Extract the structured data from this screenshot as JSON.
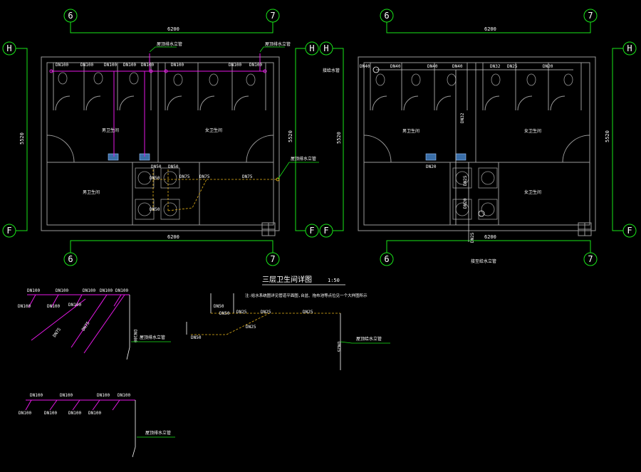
{
  "colors": {
    "background": "#000000",
    "grid": "#19e619",
    "wall": "#9a9a9a",
    "supply_pipe": "#e619e6",
    "drain_pipe": "#e6b319",
    "text": "#ffffff"
  },
  "axes": {
    "col_6": "6",
    "col_7": "7",
    "row_h": "H",
    "row_f": "F"
  },
  "dimensions": {
    "width": "6200",
    "height": "5520"
  },
  "plan_left": {
    "top_labels": [
      "DN100",
      "DN100",
      "DN100",
      "DN100",
      "DN100",
      "DN100",
      "DN100",
      "DN100"
    ],
    "riser_top_a": "屋顶排水立管",
    "riser_top_b": "屋顶排水立管",
    "riser_side": "屋顶排水立管",
    "room_left": "男卫生间",
    "room_right": "女卫生间",
    "room_lower": "男卫生间",
    "drain_labels": [
      "DN50",
      "DN50",
      "DN50",
      "DN75",
      "DN75",
      "DN75",
      "DN50"
    ]
  },
  "plan_right": {
    "supply_note": "接给水管",
    "top_labels": [
      "DN40",
      "DN40",
      "DN40",
      "DN40",
      "DN32",
      "DN25",
      "DN20"
    ],
    "mid_labels": [
      "DN32",
      "DN20",
      "DN25",
      "DN20",
      "DN25"
    ],
    "room_left": "男卫生间",
    "room_right": "女卫生间",
    "room_lower": "女卫生间",
    "bottom_note": "接至给水立管"
  },
  "title": {
    "text": "三层卫生间详图",
    "scale": "1:50"
  },
  "note": "注:给水系统图详见管道平面图,台盆、拖布池等点位见一个大样图所示",
  "iso_a": {
    "labels": [
      "DN100",
      "DN100",
      "DN100",
      "DN100",
      "DN100",
      "DN100",
      "DN100",
      "DN100",
      "DN75",
      "DN75",
      "DN100"
    ],
    "riser": "屋顶排水立管"
  },
  "iso_b": {
    "labels": [
      "DN50",
      "DN50",
      "DN25",
      "DN25",
      "DN25",
      "DN25",
      "DN50",
      "DN25"
    ],
    "riser": "屋顶给水立管"
  },
  "iso_c": {
    "labels": [
      "DN100",
      "DN100",
      "DN100",
      "DN100",
      "DN100",
      "DN100",
      "DN100",
      "DN100"
    ],
    "riser": "屋顶排水立管"
  }
}
